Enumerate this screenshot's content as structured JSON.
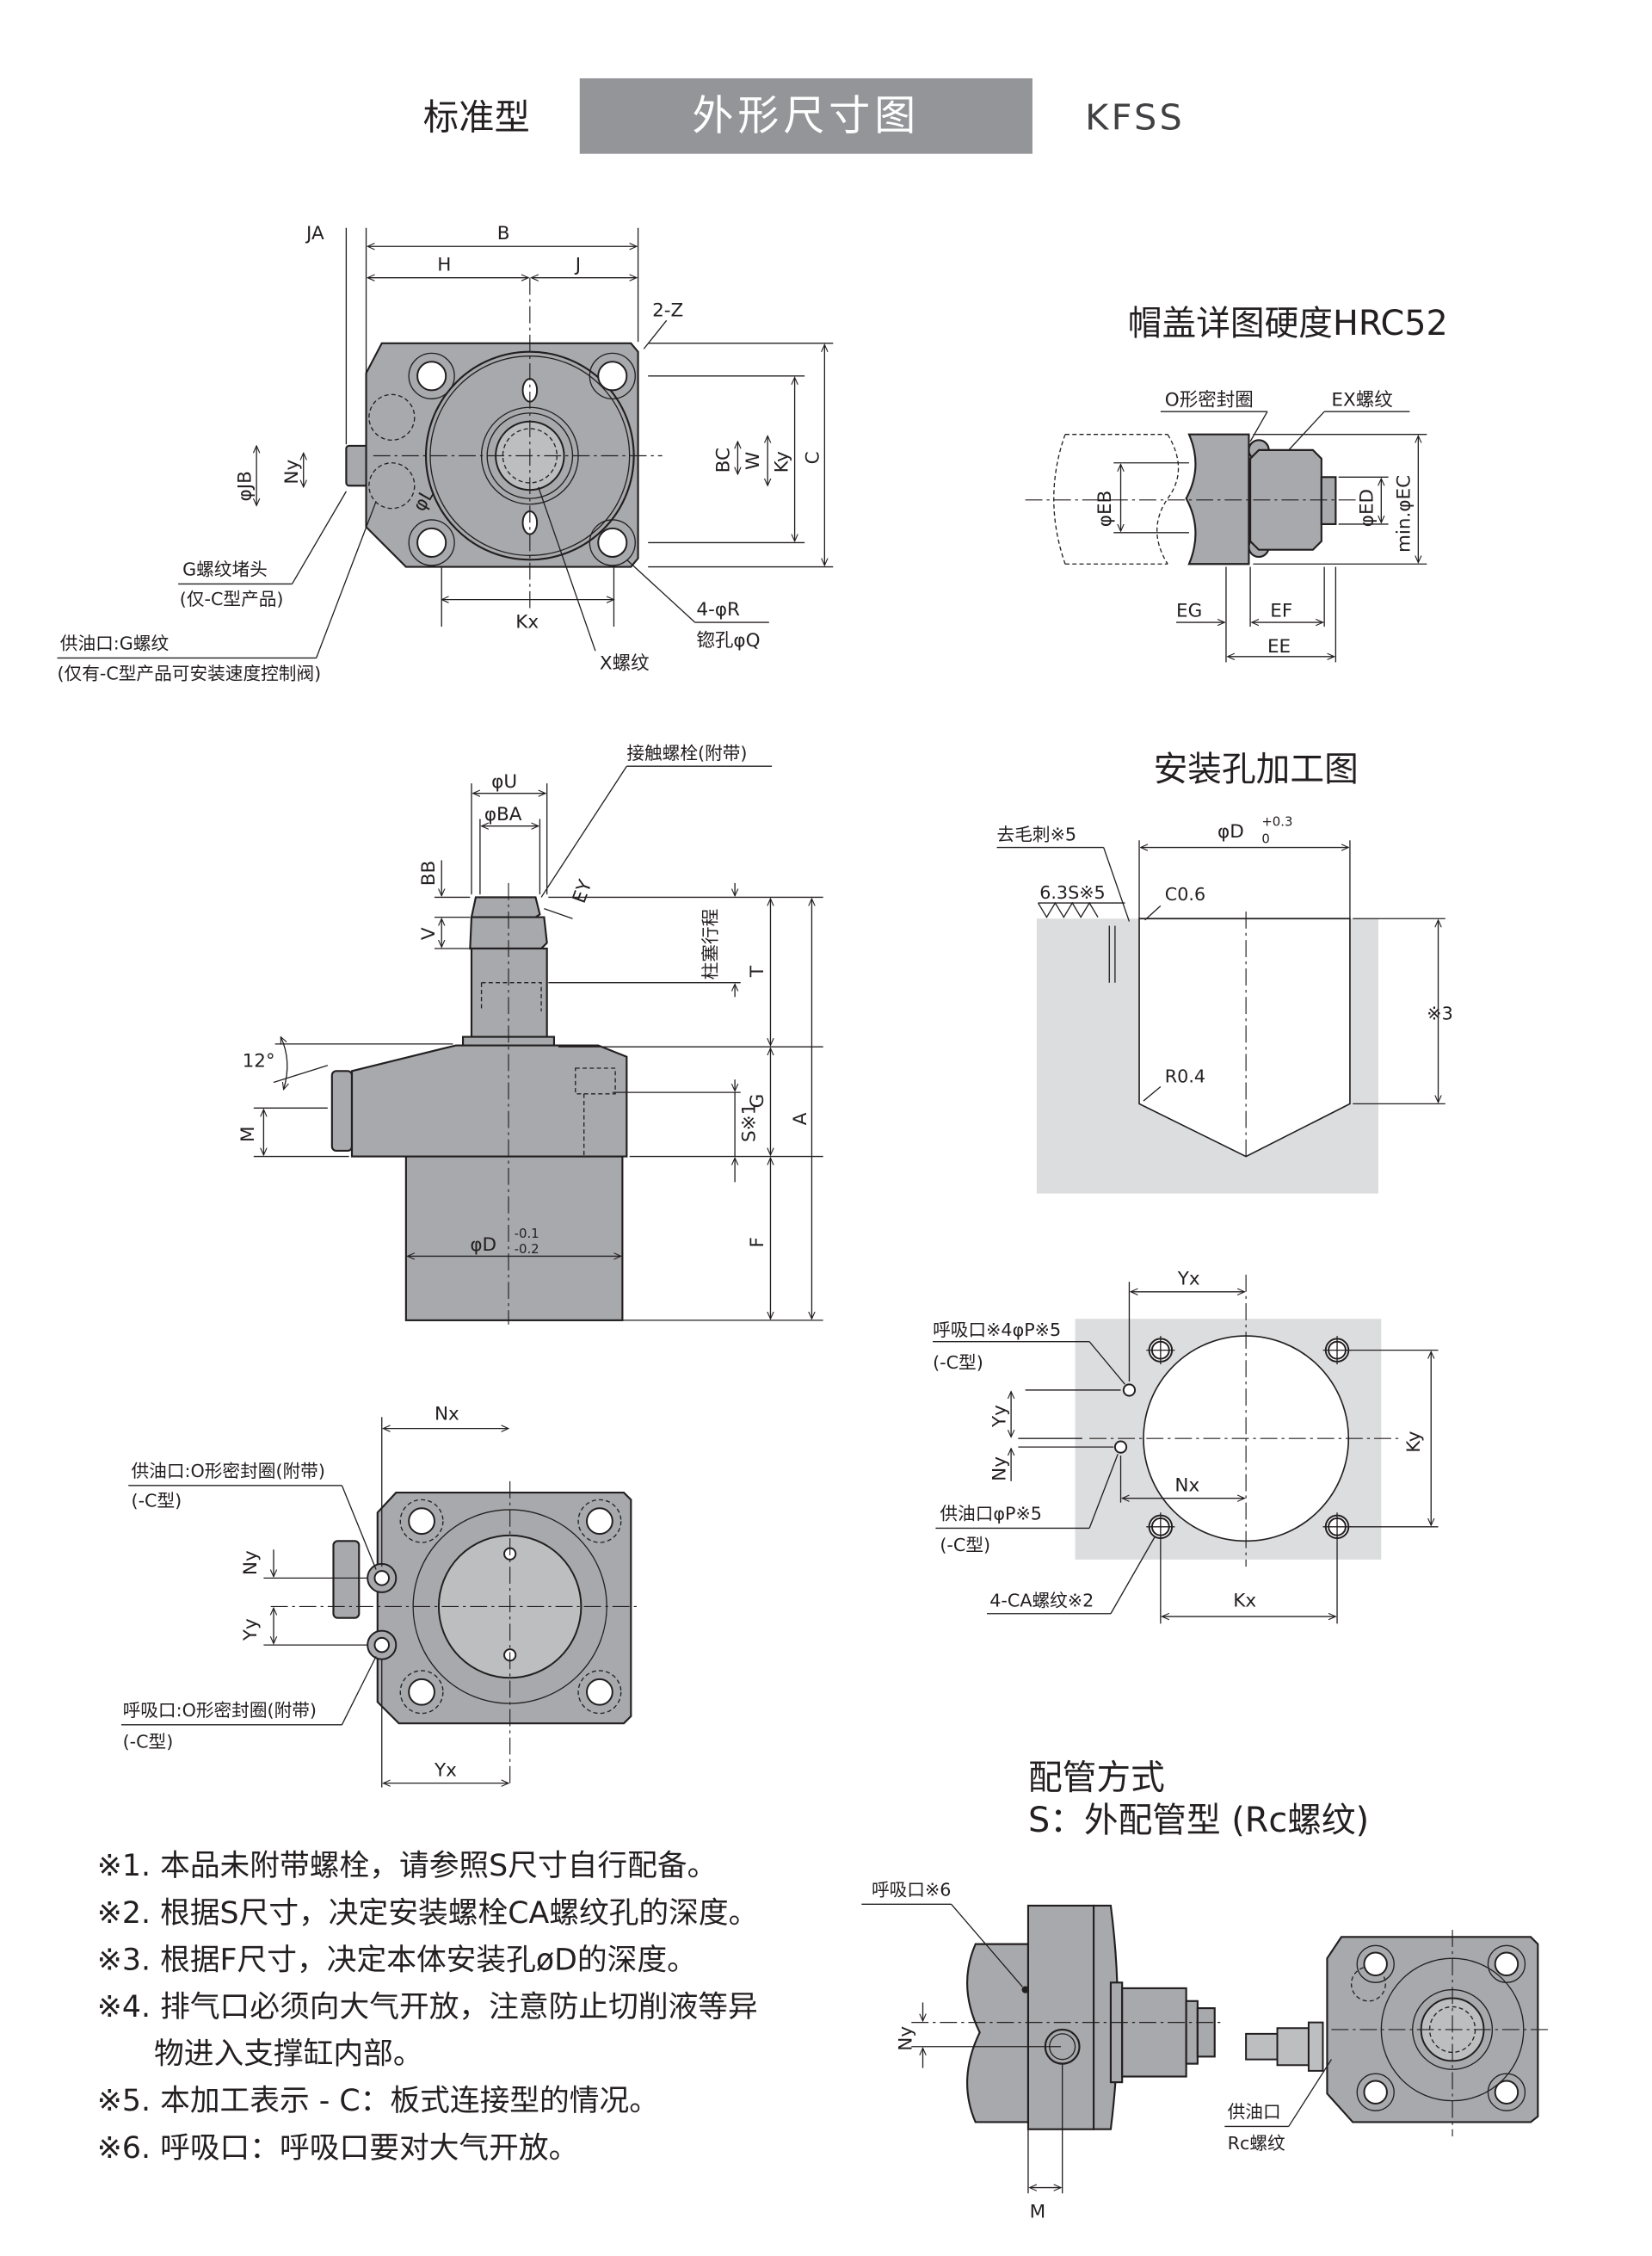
{
  "header": {
    "left": "标准型",
    "center": "外形尺寸图",
    "right": "KFSS"
  },
  "top_view": {
    "JA": "JA",
    "B": "B",
    "H": "H",
    "J": "J",
    "Z": "2-Z",
    "JB": "φJB",
    "Ny": "Ny",
    "L": "φL",
    "BC": "BC",
    "W": "W",
    "Ky": "Ky",
    "C": "C",
    "plug": "G螺纹堵头",
    "plug_note": "(仅-C型产品)",
    "supply": "供油口:G螺纹",
    "supply_note": "(仅有-C型产品可安装速度控制阀)",
    "Kx": "Kx",
    "R": "4-φR",
    "Q": "锪孔φQ",
    "X": "X螺纹"
  },
  "cap_detail": {
    "title": "帽盖详图硬度HRC52",
    "oring": "O形密封圈",
    "ex": "EX螺纹",
    "EB": "φEB",
    "ED": "φED",
    "EC": "min.φEC",
    "EG": "EG",
    "EF": "EF",
    "EE": "EE"
  },
  "side_view": {
    "bolt": "接触螺栓(附带)",
    "U": "φU",
    "BA": "φBA",
    "BB": "BB",
    "EY": "EY",
    "V": "V",
    "stroke": "柱塞行程",
    "T": "T",
    "angle": "12°",
    "M": "M",
    "G": "G",
    "S": "S※1",
    "A": "A",
    "F": "F",
    "D": "φD",
    "D_tol_upper": "-0.1",
    "D_tol_lower": "-0.2"
  },
  "bottom_view": {
    "Nx": "Nx",
    "supply": "供油口:O形密封圈(附带)",
    "supply_type": "(-C型)",
    "Ny": "Ny",
    "Yy": "Yy",
    "breath": "呼吸口:O形密封圈(附带)",
    "breath_type": "(-C型)",
    "Yx": "Yx"
  },
  "mount_hole": {
    "title": "安装孔加工图",
    "deburr": "去毛刺※5",
    "D": "φD",
    "D_tol_upper": "+0.3",
    "D_tol_lower": "0",
    "finish": "6.3S※5",
    "chamfer": "C0.6",
    "depth": "※3",
    "radius": "R0.4"
  },
  "plate": {
    "Yx": "Yx",
    "breath": "呼吸口※4φP※5",
    "breath_type": "(-C型)",
    "Yy": "Yy",
    "Ny": "Ny",
    "Nx": "Nx",
    "Ky": "Ky",
    "supply": "供油口φP※5",
    "supply_type": "(-C型)",
    "CA": "4-CA螺纹※2",
    "Kx": "Kx"
  },
  "piping": {
    "title": "配管方式",
    "subtitle": "S：外配管型 (Rc螺纹)",
    "breath": "呼吸口※6",
    "Ny": "Ny",
    "M": "M",
    "supply": "供油口",
    "rc": "Rc螺纹"
  },
  "notes": [
    "※1. 本品未附带螺栓，请参照S尺寸自行配备。",
    "※2. 根据S尺寸，决定安装螺栓CA螺纹孔的深度。",
    "※3. 根据F尺寸，决定本体安装孔øD的深度。",
    "※4. 排气口必须向大气开放，注意防止切削液等异",
    "物进入支撑缸内部。",
    "※5. 本加工表示 - C：板式连接型的情况。",
    "※6. 呼吸口：呼吸口要对大气开放。"
  ],
  "colors": {
    "header_bg": "#939598",
    "part_fill": "#a7a9ac",
    "plate_bg": "#dcdddE"
  }
}
